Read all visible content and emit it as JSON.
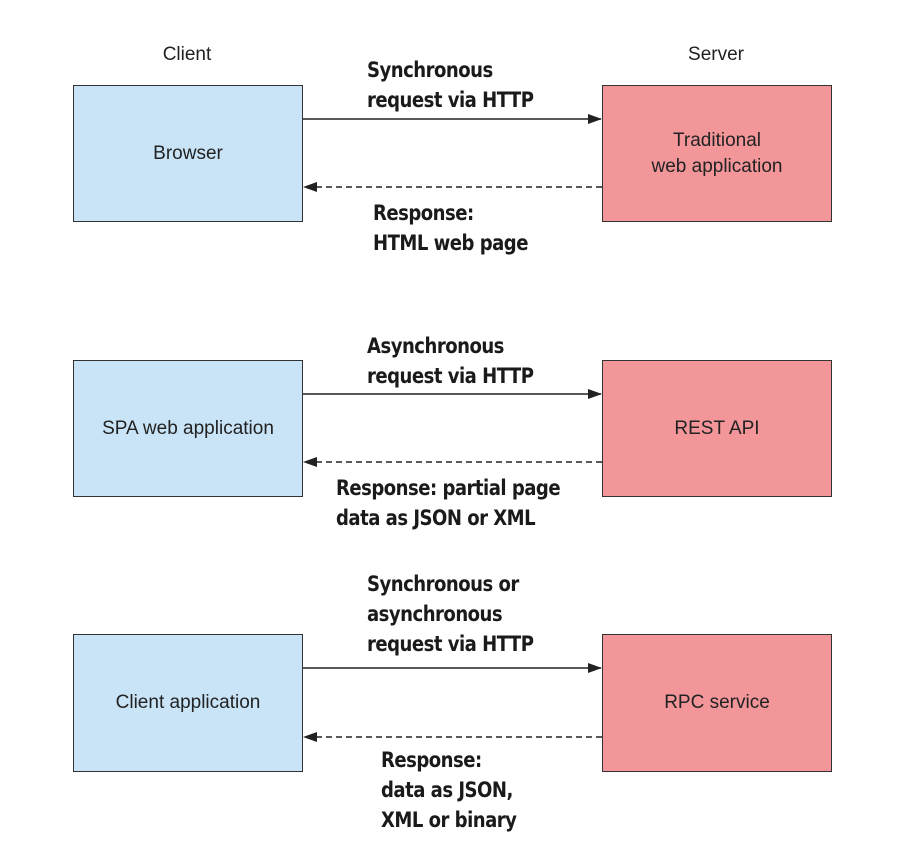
{
  "headers": {
    "client": "Client",
    "server": "Server"
  },
  "rows": [
    {
      "client_box": "Browser",
      "server_box": "Traditional\nweb application",
      "request": "Synchronous\nrequest via HTTP",
      "response": "Response:\nHTML web page"
    },
    {
      "client_box": "SPA web application",
      "server_box": "REST API",
      "request": "Asynchronous\nrequest via HTTP",
      "response": "Response: partial page\ndata as JSON or XML"
    },
    {
      "client_box": "Client application",
      "server_box": "RPC service",
      "request": "Synchronous or\nasynchronous\nrequest via HTTP",
      "response": "Response:\ndata as JSON,\nXML or binary"
    }
  ],
  "colors": {
    "client_fill": "#c9e4f7",
    "server_fill": "#f2969a",
    "line": "#222222"
  }
}
